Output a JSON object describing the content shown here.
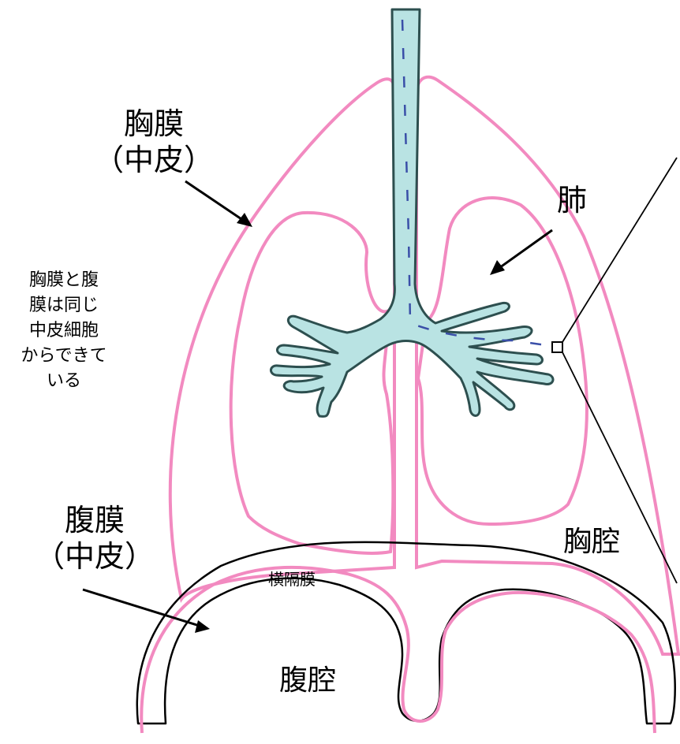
{
  "labels": {
    "pleura": [
      "胸膜",
      "（中皮）"
    ],
    "lung": "肺",
    "note": [
      "胸膜と腹",
      "膜は同じ",
      "中皮細胞",
      "からできて",
      "いる"
    ],
    "peritoneum": [
      "腹膜",
      "（中皮）"
    ],
    "thoracic_cavity": "胸腔",
    "diaphragm": "横隔膜",
    "abdominal_cavity": "腹腔"
  },
  "colors": {
    "membrane": "#F28AC0",
    "trachea_fill": "#B9E3E3",
    "trachea_stroke": "#2D4F4F",
    "dashed_line": "#3A4FA8",
    "outline": "#000000"
  }
}
